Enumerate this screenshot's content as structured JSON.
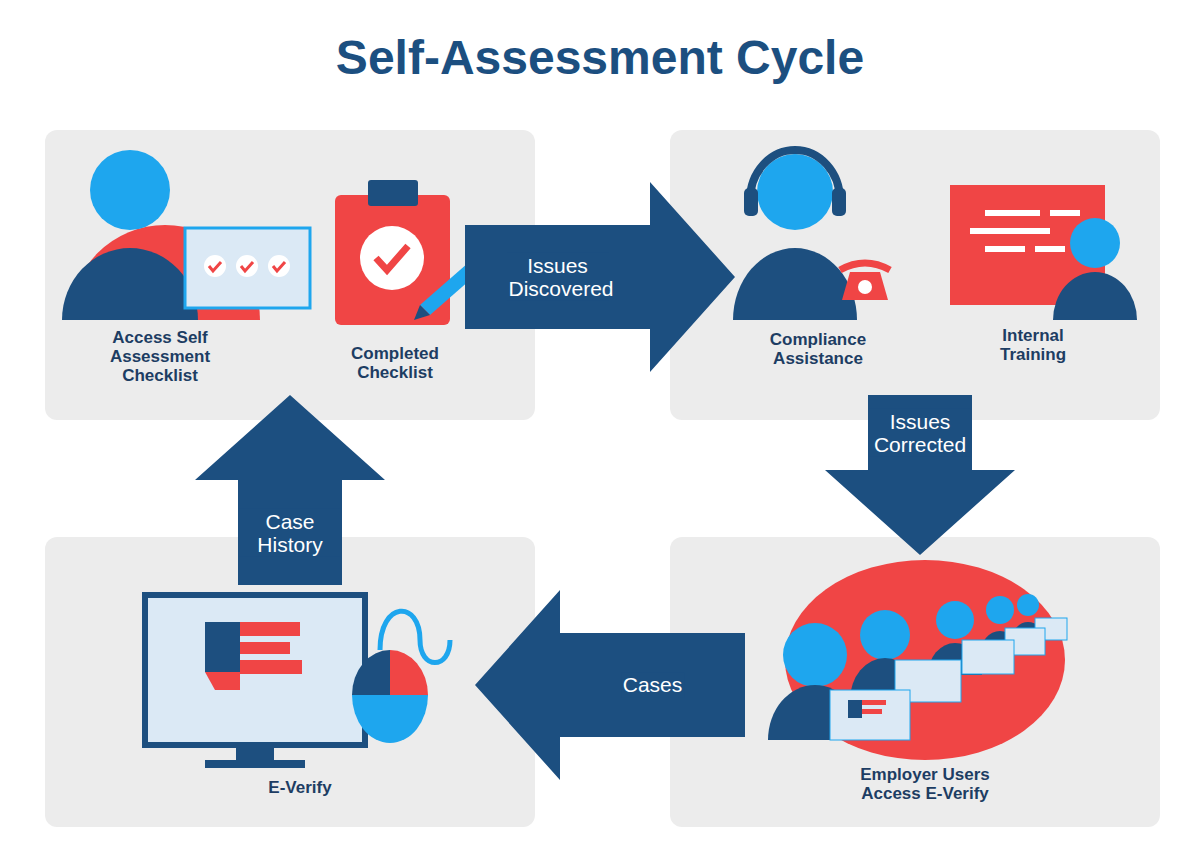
{
  "diagram": {
    "title": "Self-Assessment Cycle",
    "nodes": [
      {
        "text": [
          "Access Self Assessment Checklist"
        ]
      },
      {
        "text": [
          "Completed Checklist"
        ]
      },
      {
        "text": [
          "Compliance Assistance"
        ]
      },
      {
        "text": [
          "Internal Training"
        ]
      },
      {
        "text": [
          "Employer Users Access E-Verify"
        ]
      },
      {
        "text": [
          "E-Verify"
        ]
      }
    ],
    "edges": [
      {
        "from": 1,
        "to": 2,
        "label": "Issues Discovered",
        "arrow": "to"
      },
      {
        "from": 3,
        "to": 4,
        "label": "Issues Corrected",
        "arrow": "to"
      },
      {
        "from": 4,
        "to": 5,
        "label": "Cases",
        "arrow": "to"
      },
      {
        "from": 5,
        "to": 0,
        "label": "Case History",
        "arrow": "to"
      }
    ]
  }
}
